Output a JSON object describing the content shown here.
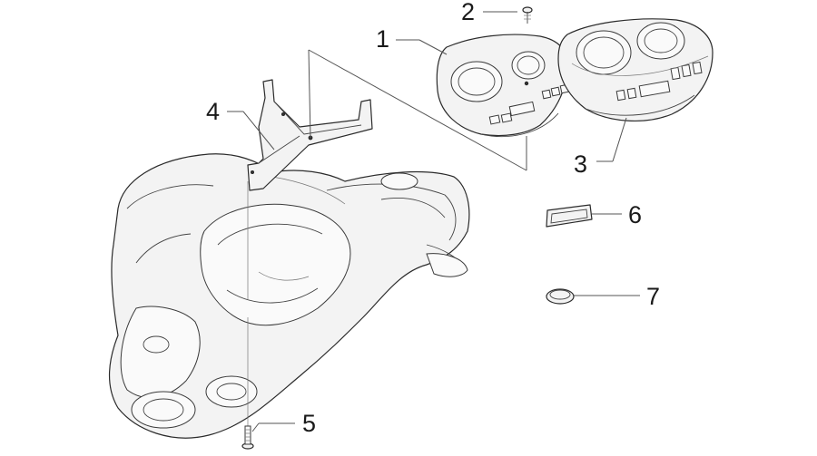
{
  "callouts": {
    "c1": "1",
    "c2": "2",
    "c3": "3",
    "c4": "4",
    "c5": "5",
    "c6": "6",
    "c7": "7"
  },
  "colors": {
    "line": "#2b2b2b",
    "fill": "#f3f3f3",
    "background": "#ffffff"
  }
}
